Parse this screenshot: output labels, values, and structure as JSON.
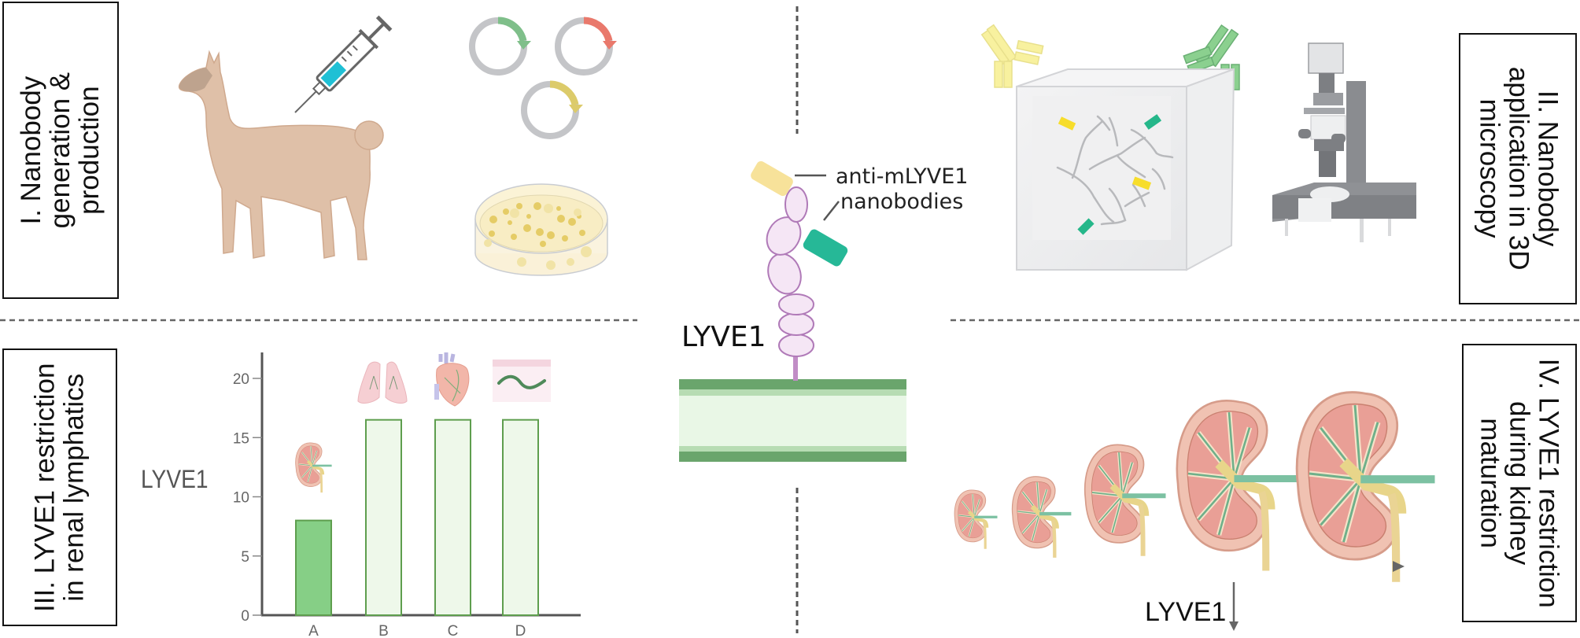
{
  "panels": {
    "panel1": {
      "title_lines": [
        "I. Nanobody",
        "generation &",
        "production"
      ]
    },
    "panel2": {
      "title_lines": [
        "II. Nanobody",
        "application in 3D",
        "microscopy"
      ]
    },
    "panel3": {
      "title_lines": [
        "III. LYVE1 restriction",
        "in renal lymphatics"
      ]
    },
    "panel4": {
      "title_lines": [
        "IV. LYVE1 restriction",
        "during kidney",
        "maturation"
      ]
    }
  },
  "center": {
    "protein_label": "LYVE1",
    "nanobody_label_line1": "anti-mLYVE1",
    "nanobody_label_line2": "nanobodies"
  },
  "maturation": {
    "marker_label": "LYVE1",
    "trend": "decreasing",
    "kidney_stages": 5
  },
  "icons": {
    "panel1": [
      "llama-icon",
      "syringe-icon",
      "plasmid-green-icon",
      "plasmid-red-icon",
      "plasmid-yellow-icon",
      "petri-dish-icon"
    ],
    "panel2": [
      "antibody-yellow-icon",
      "antibody-green-icon",
      "tissue-cube-icon",
      "microscope-icon"
    ],
    "panel3": [
      "kidney-icon",
      "lung-icon",
      "heart-icon",
      "skin-icon"
    ]
  },
  "colors": {
    "bar_highlight": "#86cf86",
    "bar_light": "#eef8ea",
    "bar_stroke": "#5e9e4e",
    "membrane_dark": "#6aa56c",
    "membrane_light": "#e9f7e6",
    "nanobody_yellow": "#f7e29a",
    "nanobody_teal": "#26b897",
    "protein_fill": "#f5e6f5",
    "protein_stroke": "#b07ab8"
  },
  "chart_data": {
    "type": "bar",
    "title": "",
    "xlabel": "",
    "ylabel": "LYVE1",
    "categories": [
      "A",
      "B",
      "C",
      "D"
    ],
    "category_icons": [
      "kidney",
      "lung",
      "heart",
      "skin"
    ],
    "values": [
      8,
      16.5,
      16.5,
      16.5
    ],
    "highlighted": [
      true,
      false,
      false,
      false
    ],
    "ylim": [
      0,
      22
    ],
    "yticks": [
      0,
      5,
      10,
      15,
      20
    ],
    "ytick_labels": [
      "0",
      "5",
      "10",
      "15",
      "20"
    ],
    "grid": false,
    "legend": "none"
  }
}
